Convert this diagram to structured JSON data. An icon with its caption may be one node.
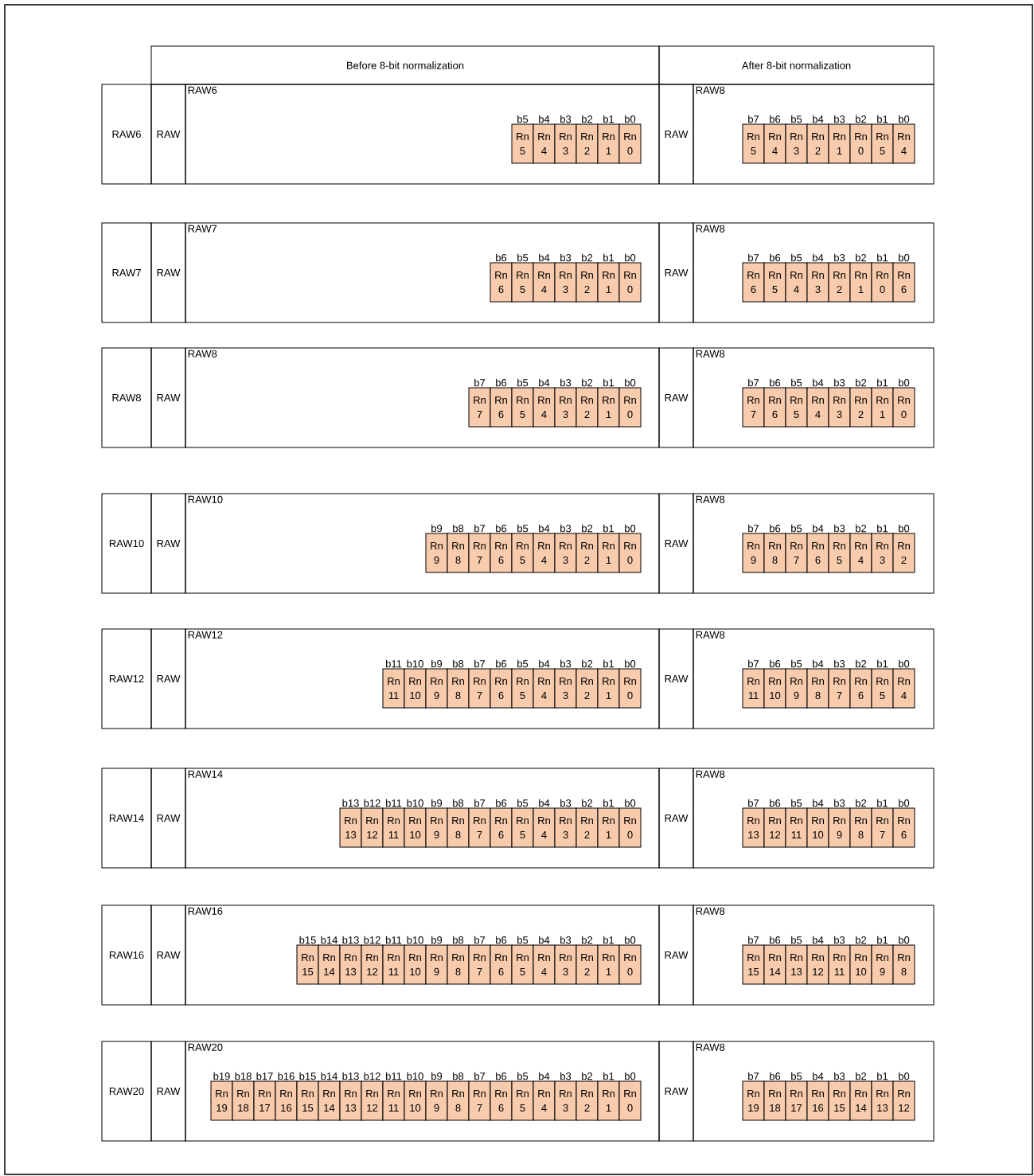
{
  "diagram": {
    "nodes": [
      {
        "text": [
          "Before 8-bit normalization"
        ]
      },
      {
        "text": [
          "After 8-bit normalization"
        ]
      },
      {
        "text": [
          "RAW6"
        ]
      },
      {
        "text": [
          "RAW"
        ]
      },
      {
        "text": [
          "RAW6"
        ]
      },
      {
        "text": [
          "Rn",
          "5"
        ],
        "beside": [
          "b5"
        ],
        "in": 4
      },
      {
        "text": [
          "Rn",
          "4"
        ],
        "beside": [
          "b4"
        ],
        "in": 4
      },
      {
        "text": [
          "Rn",
          "3"
        ],
        "beside": [
          "b3"
        ],
        "in": 4
      },
      {
        "text": [
          "Rn",
          "2"
        ],
        "beside": [
          "b2"
        ],
        "in": 4
      },
      {
        "text": [
          "Rn",
          "1"
        ],
        "beside": [
          "b1"
        ],
        "in": 4
      },
      {
        "text": [
          "Rn",
          "0"
        ],
        "beside": [
          "b0"
        ],
        "in": 4
      },
      {
        "text": [
          "RAW"
        ]
      },
      {
        "text": [
          "RAW8"
        ]
      },
      {
        "text": [
          "Rn",
          "5"
        ],
        "beside": [
          "b7"
        ],
        "in": 12
      },
      {
        "text": [
          "Rn",
          "4"
        ],
        "beside": [
          "b6"
        ],
        "in": 12
      },
      {
        "text": [
          "Rn",
          "3"
        ],
        "beside": [
          "b5"
        ],
        "in": 12
      },
      {
        "text": [
          "Rn",
          "2"
        ],
        "beside": [
          "b4"
        ],
        "in": 12
      },
      {
        "text": [
          "Rn",
          "1"
        ],
        "beside": [
          "b3"
        ],
        "in": 12
      },
      {
        "text": [
          "Rn",
          "0"
        ],
        "beside": [
          "b2"
        ],
        "in": 12
      },
      {
        "text": [
          "Rn",
          "5"
        ],
        "beside": [
          "b1"
        ],
        "in": 12
      },
      {
        "text": [
          "Rn",
          "4"
        ],
        "beside": [
          "b0"
        ],
        "in": 12
      },
      {
        "text": [
          "RAW7"
        ]
      },
      {
        "text": [
          "RAW"
        ]
      },
      {
        "text": [
          "RAW7"
        ]
      },
      {
        "text": [
          "Rn",
          "6"
        ],
        "beside": [
          "b6"
        ],
        "in": 23
      },
      {
        "text": [
          "Rn",
          "5"
        ],
        "beside": [
          "b5"
        ],
        "in": 23
      },
      {
        "text": [
          "Rn",
          "4"
        ],
        "beside": [
          "b4"
        ],
        "in": 23
      },
      {
        "text": [
          "Rn",
          "3"
        ],
        "beside": [
          "b3"
        ],
        "in": 23
      },
      {
        "text": [
          "Rn",
          "2"
        ],
        "beside": [
          "b2"
        ],
        "in": 23
      },
      {
        "text": [
          "Rn",
          "1"
        ],
        "beside": [
          "b1"
        ],
        "in": 23
      },
      {
        "text": [
          "Rn",
          "0"
        ],
        "beside": [
          "b0"
        ],
        "in": 23
      },
      {
        "text": [
          "RAW"
        ]
      },
      {
        "text": [
          "RAW8"
        ]
      },
      {
        "text": [
          "Rn",
          "6"
        ],
        "beside": [
          "b7"
        ],
        "in": 32
      },
      {
        "text": [
          "Rn",
          "5"
        ],
        "beside": [
          "b6"
        ],
        "in": 32
      },
      {
        "text": [
          "Rn",
          "4"
        ],
        "beside": [
          "b5"
        ],
        "in": 32
      },
      {
        "text": [
          "Rn",
          "3"
        ],
        "beside": [
          "b4"
        ],
        "in": 32
      },
      {
        "text": [
          "Rn",
          "2"
        ],
        "beside": [
          "b3"
        ],
        "in": 32
      },
      {
        "text": [
          "Rn",
          "1"
        ],
        "beside": [
          "b2"
        ],
        "in": 32
      },
      {
        "text": [
          "Rn",
          "0"
        ],
        "beside": [
          "b1"
        ],
        "in": 32
      },
      {
        "text": [
          "Rn",
          "6"
        ],
        "beside": [
          "b0"
        ],
        "in": 32
      },
      {
        "text": [
          "RAW8"
        ]
      },
      {
        "text": [
          "RAW"
        ]
      },
      {
        "text": [
          "RAW8"
        ]
      },
      {
        "text": [
          "Rn",
          "7"
        ],
        "beside": [
          "b7"
        ],
        "in": 43
      },
      {
        "text": [
          "Rn",
          "6"
        ],
        "beside": [
          "b6"
        ],
        "in": 43
      },
      {
        "text": [
          "Rn",
          "5"
        ],
        "beside": [
          "b5"
        ],
        "in": 43
      },
      {
        "text": [
          "Rn",
          "4"
        ],
        "beside": [
          "b4"
        ],
        "in": 43
      },
      {
        "text": [
          "Rn",
          "3"
        ],
        "beside": [
          "b3"
        ],
        "in": 43
      },
      {
        "text": [
          "Rn",
          "2"
        ],
        "beside": [
          "b2"
        ],
        "in": 43
      },
      {
        "text": [
          "Rn",
          "1"
        ],
        "beside": [
          "b1"
        ],
        "in": 43
      },
      {
        "text": [
          "Rn",
          "0"
        ],
        "beside": [
          "b0"
        ],
        "in": 43
      },
      {
        "text": [
          "RAW"
        ]
      },
      {
        "text": [
          "RAW8"
        ]
      },
      {
        "text": [
          "Rn",
          "7"
        ],
        "beside": [
          "b7"
        ],
        "in": 53
      },
      {
        "text": [
          "Rn",
          "6"
        ],
        "beside": [
          "b6"
        ],
        "in": 53
      },
      {
        "text": [
          "Rn",
          "5"
        ],
        "beside": [
          "b5"
        ],
        "in": 53
      },
      {
        "text": [
          "Rn",
          "4"
        ],
        "beside": [
          "b4"
        ],
        "in": 53
      },
      {
        "text": [
          "Rn",
          "3"
        ],
        "beside": [
          "b3"
        ],
        "in": 53
      },
      {
        "text": [
          "Rn",
          "2"
        ],
        "beside": [
          "b2"
        ],
        "in": 53
      },
      {
        "text": [
          "Rn",
          "1"
        ],
        "beside": [
          "b1"
        ],
        "in": 53
      },
      {
        "text": [
          "Rn",
          "0"
        ],
        "beside": [
          "b0"
        ],
        "in": 53
      },
      {
        "text": [
          "RAW10"
        ]
      },
      {
        "text": [
          "RAW"
        ]
      },
      {
        "text": [
          "RAW10"
        ]
      },
      {
        "text": [
          "Rn",
          "9"
        ],
        "beside": [
          "b9"
        ],
        "in": 64
      },
      {
        "text": [
          "Rn",
          "8"
        ],
        "beside": [
          "b8"
        ],
        "in": 64
      },
      {
        "text": [
          "Rn",
          "7"
        ],
        "beside": [
          "b7"
        ],
        "in": 64
      },
      {
        "text": [
          "Rn",
          "6"
        ],
        "beside": [
          "b6"
        ],
        "in": 64
      },
      {
        "text": [
          "Rn",
          "5"
        ],
        "beside": [
          "b5"
        ],
        "in": 64
      },
      {
        "text": [
          "Rn",
          "4"
        ],
        "beside": [
          "b4"
        ],
        "in": 64
      },
      {
        "text": [
          "Rn",
          "3"
        ],
        "beside": [
          "b3"
        ],
        "in": 64
      },
      {
        "text": [
          "Rn",
          "2"
        ],
        "beside": [
          "b2"
        ],
        "in": 64
      },
      {
        "text": [
          "Rn",
          "1"
        ],
        "beside": [
          "b1"
        ],
        "in": 64
      },
      {
        "text": [
          "Rn",
          "0"
        ],
        "beside": [
          "b0"
        ],
        "in": 64
      },
      {
        "text": [
          "RAW"
        ]
      },
      {
        "text": [
          "RAW8"
        ]
      },
      {
        "text": [
          "Rn",
          "9"
        ],
        "beside": [
          "b7"
        ],
        "in": 76
      },
      {
        "text": [
          "Rn",
          "8"
        ],
        "beside": [
          "b6"
        ],
        "in": 76
      },
      {
        "text": [
          "Rn",
          "7"
        ],
        "beside": [
          "b5"
        ],
        "in": 76
      },
      {
        "text": [
          "Rn",
          "6"
        ],
        "beside": [
          "b4"
        ],
        "in": 76
      },
      {
        "text": [
          "Rn",
          "5"
        ],
        "beside": [
          "b3"
        ],
        "in": 76
      },
      {
        "text": [
          "Rn",
          "4"
        ],
        "beside": [
          "b2"
        ],
        "in": 76
      },
      {
        "text": [
          "Rn",
          "3"
        ],
        "beside": [
          "b1"
        ],
        "in": 76
      },
      {
        "text": [
          "Rn",
          "2"
        ],
        "beside": [
          "b0"
        ],
        "in": 76
      },
      {
        "text": [
          "RAW12"
        ]
      },
      {
        "text": [
          "RAW"
        ]
      },
      {
        "text": [
          "RAW12"
        ]
      },
      {
        "text": [
          "Rn",
          "11"
        ],
        "beside": [
          "b11"
        ],
        "in": 87
      },
      {
        "text": [
          "Rn",
          "10"
        ],
        "beside": [
          "b10"
        ],
        "in": 87
      },
      {
        "text": [
          "Rn",
          "9"
        ],
        "beside": [
          "b9"
        ],
        "in": 87
      },
      {
        "text": [
          "Rn",
          "8"
        ],
        "beside": [
          "b8"
        ],
        "in": 87
      },
      {
        "text": [
          "Rn",
          "7"
        ],
        "beside": [
          "b7"
        ],
        "in": 87
      },
      {
        "text": [
          "Rn",
          "6"
        ],
        "beside": [
          "b6"
        ],
        "in": 87
      },
      {
        "text": [
          "Rn",
          "5"
        ],
        "beside": [
          "b5"
        ],
        "in": 87
      },
      {
        "text": [
          "Rn",
          "4"
        ],
        "beside": [
          "b4"
        ],
        "in": 87
      },
      {
        "text": [
          "Rn",
          "3"
        ],
        "beside": [
          "b3"
        ],
        "in": 87
      },
      {
        "text": [
          "Rn",
          "2"
        ],
        "beside": [
          "b2"
        ],
        "in": 87
      },
      {
        "text": [
          "Rn",
          "1"
        ],
        "beside": [
          "b1"
        ],
        "in": 87
      },
      {
        "text": [
          "Rn",
          "0"
        ],
        "beside": [
          "b0"
        ],
        "in": 87
      },
      {
        "text": [
          "RAW"
        ]
      },
      {
        "text": [
          "RAW8"
        ]
      },
      {
        "text": [
          "Rn",
          "11"
        ],
        "beside": [
          "b7"
        ],
        "in": 101
      },
      {
        "text": [
          "Rn",
          "10"
        ],
        "beside": [
          "b6"
        ],
        "in": 101
      },
      {
        "text": [
          "Rn",
          "9"
        ],
        "beside": [
          "b5"
        ],
        "in": 101
      },
      {
        "text": [
          "Rn",
          "8"
        ],
        "beside": [
          "b4"
        ],
        "in": 101
      },
      {
        "text": [
          "Rn",
          "7"
        ],
        "beside": [
          "b3"
        ],
        "in": 101
      },
      {
        "text": [
          "Rn",
          "6"
        ],
        "beside": [
          "b2"
        ],
        "in": 101
      },
      {
        "text": [
          "Rn",
          "5"
        ],
        "beside": [
          "b1"
        ],
        "in": 101
      },
      {
        "text": [
          "Rn",
          "4"
        ],
        "beside": [
          "b0"
        ],
        "in": 101
      },
      {
        "text": [
          "RAW14"
        ]
      },
      {
        "text": [
          "RAW"
        ]
      },
      {
        "text": [
          "RAW14"
        ]
      },
      {
        "text": [
          "Rn",
          "13"
        ],
        "beside": [
          "b13"
        ],
        "in": 112
      },
      {
        "text": [
          "Rn",
          "12"
        ],
        "beside": [
          "b12"
        ],
        "in": 112
      },
      {
        "text": [
          "Rn",
          "11"
        ],
        "beside": [
          "b11"
        ],
        "in": 112
      },
      {
        "text": [
          "Rn",
          "10"
        ],
        "beside": [
          "b10"
        ],
        "in": 112
      },
      {
        "text": [
          "Rn",
          "9"
        ],
        "beside": [
          "b9"
        ],
        "in": 112
      },
      {
        "text": [
          "Rn",
          "8"
        ],
        "beside": [
          "b8"
        ],
        "in": 112
      },
      {
        "text": [
          "Rn",
          "7"
        ],
        "beside": [
          "b7"
        ],
        "in": 112
      },
      {
        "text": [
          "Rn",
          "6"
        ],
        "beside": [
          "b6"
        ],
        "in": 112
      },
      {
        "text": [
          "Rn",
          "5"
        ],
        "beside": [
          "b5"
        ],
        "in": 112
      },
      {
        "text": [
          "Rn",
          "4"
        ],
        "beside": [
          "b4"
        ],
        "in": 112
      },
      {
        "text": [
          "Rn",
          "3"
        ],
        "beside": [
          "b3"
        ],
        "in": 112
      },
      {
        "text": [
          "Rn",
          "2"
        ],
        "beside": [
          "b2"
        ],
        "in": 112
      },
      {
        "text": [
          "Rn",
          "1"
        ],
        "beside": [
          "b1"
        ],
        "in": 112
      },
      {
        "text": [
          "Rn",
          "0"
        ],
        "beside": [
          "b0"
        ],
        "in": 112
      },
      {
        "text": [
          "RAW"
        ]
      },
      {
        "text": [
          "RAW8"
        ]
      },
      {
        "text": [
          "Rn",
          "13"
        ],
        "beside": [
          "b7"
        ],
        "in": 128
      },
      {
        "text": [
          "Rn",
          "12"
        ],
        "beside": [
          "b6"
        ],
        "in": 128
      },
      {
        "text": [
          "Rn",
          "11"
        ],
        "beside": [
          "b5"
        ],
        "in": 128
      },
      {
        "text": [
          "Rn",
          "10"
        ],
        "beside": [
          "b4"
        ],
        "in": 128
      },
      {
        "text": [
          "Rn",
          "9"
        ],
        "beside": [
          "b3"
        ],
        "in": 128
      },
      {
        "text": [
          "Rn",
          "8"
        ],
        "beside": [
          "b2"
        ],
        "in": 128
      },
      {
        "text": [
          "Rn",
          "7"
        ],
        "beside": [
          "b1"
        ],
        "in": 128
      },
      {
        "text": [
          "Rn",
          "6"
        ],
        "beside": [
          "b0"
        ],
        "in": 128
      },
      {
        "text": [
          "RAW16"
        ]
      },
      {
        "text": [
          "RAW"
        ]
      },
      {
        "text": [
          "RAW16"
        ]
      },
      {
        "text": [
          "Rn",
          "15"
        ],
        "beside": [
          "b15"
        ],
        "in": 139
      },
      {
        "text": [
          "Rn",
          "14"
        ],
        "beside": [
          "b14"
        ],
        "in": 139
      },
      {
        "text": [
          "Rn",
          "13"
        ],
        "beside": [
          "b13"
        ],
        "in": 139
      },
      {
        "text": [
          "Rn",
          "12"
        ],
        "beside": [
          "b12"
        ],
        "in": 139
      },
      {
        "text": [
          "Rn",
          "11"
        ],
        "beside": [
          "b11"
        ],
        "in": 139
      },
      {
        "text": [
          "Rn",
          "10"
        ],
        "beside": [
          "b10"
        ],
        "in": 139
      },
      {
        "text": [
          "Rn",
          "9"
        ],
        "beside": [
          "b9"
        ],
        "in": 139
      },
      {
        "text": [
          "Rn",
          "8"
        ],
        "beside": [
          "b8"
        ],
        "in": 139
      },
      {
        "text": [
          "Rn",
          "7"
        ],
        "beside": [
          "b7"
        ],
        "in": 139
      },
      {
        "text": [
          "Rn",
          "6"
        ],
        "beside": [
          "b6"
        ],
        "in": 139
      },
      {
        "text": [
          "Rn",
          "5"
        ],
        "beside": [
          "b5"
        ],
        "in": 139
      },
      {
        "text": [
          "Rn",
          "4"
        ],
        "beside": [
          "b4"
        ],
        "in": 139
      },
      {
        "text": [
          "Rn",
          "3"
        ],
        "beside": [
          "b3"
        ],
        "in": 139
      },
      {
        "text": [
          "Rn",
          "2"
        ],
        "beside": [
          "b2"
        ],
        "in": 139
      },
      {
        "text": [
          "Rn",
          "1"
        ],
        "beside": [
          "b1"
        ],
        "in": 139
      },
      {
        "text": [
          "Rn",
          "0"
        ],
        "beside": [
          "b0"
        ],
        "in": 139
      },
      {
        "text": [
          "RAW"
        ]
      },
      {
        "text": [
          "RAW8"
        ]
      },
      {
        "text": [
          "Rn",
          "15"
        ],
        "beside": [
          "b7"
        ],
        "in": 157
      },
      {
        "text": [
          "Rn",
          "14"
        ],
        "beside": [
          "b6"
        ],
        "in": 157
      },
      {
        "text": [
          "Rn",
          "13"
        ],
        "beside": [
          "b5"
        ],
        "in": 157
      },
      {
        "text": [
          "Rn",
          "12"
        ],
        "beside": [
          "b4"
        ],
        "in": 157
      },
      {
        "text": [
          "Rn",
          "11"
        ],
        "beside": [
          "b3"
        ],
        "in": 157
      },
      {
        "text": [
          "Rn",
          "10"
        ],
        "beside": [
          "b2"
        ],
        "in": 157
      },
      {
        "text": [
          "Rn",
          "9"
        ],
        "beside": [
          "b1"
        ],
        "in": 157
      },
      {
        "text": [
          "Rn",
          "8"
        ],
        "beside": [
          "b0"
        ],
        "in": 157
      },
      {
        "text": [
          "RAW20"
        ]
      },
      {
        "text": [
          "RAW"
        ]
      },
      {
        "text": [
          "RAW20"
        ]
      },
      {
        "text": [
          "Rn",
          "19"
        ],
        "beside": [
          "b19"
        ],
        "in": 168
      },
      {
        "text": [
          "Rn",
          "18"
        ],
        "beside": [
          "b18"
        ],
        "in": 168
      },
      {
        "text": [
          "Rn",
          "17"
        ],
        "beside": [
          "b17"
        ],
        "in": 168
      },
      {
        "text": [
          "Rn",
          "16"
        ],
        "beside": [
          "b16"
        ],
        "in": 168
      },
      {
        "text": [
          "Rn",
          "15"
        ],
        "beside": [
          "b15"
        ],
        "in": 168
      },
      {
        "text": [
          "Rn",
          "14"
        ],
        "beside": [
          "b14"
        ],
        "in": 168
      },
      {
        "text": [
          "Rn",
          "13"
        ],
        "beside": [
          "b13"
        ],
        "in": 168
      },
      {
        "text": [
          "Rn",
          "12"
        ],
        "beside": [
          "b12"
        ],
        "in": 168
      },
      {
        "text": [
          "Rn",
          "11"
        ],
        "beside": [
          "b11"
        ],
        "in": 168
      },
      {
        "text": [
          "Rn",
          "10"
        ],
        "beside": [
          "b10"
        ],
        "in": 168
      },
      {
        "text": [
          "Rn",
          "9"
        ],
        "beside": [
          "b9"
        ],
        "in": 168
      },
      {
        "text": [
          "Rn",
          "8"
        ],
        "beside": [
          "b8"
        ],
        "in": 168
      },
      {
        "text": [
          "Rn",
          "7"
        ],
        "beside": [
          "b7"
        ],
        "in": 168
      },
      {
        "text": [
          "Rn",
          "6"
        ],
        "beside": [
          "b6"
        ],
        "in": 168
      },
      {
        "text": [
          "Rn",
          "5"
        ],
        "beside": [
          "b5"
        ],
        "in": 168
      },
      {
        "text": [
          "Rn",
          "4"
        ],
        "beside": [
          "b4"
        ],
        "in": 168
      },
      {
        "text": [
          "Rn",
          "3"
        ],
        "beside": [
          "b3"
        ],
        "in": 168
      },
      {
        "text": [
          "Rn",
          "2"
        ],
        "beside": [
          "b2"
        ],
        "in": 168
      },
      {
        "text": [
          "Rn",
          "1"
        ],
        "beside": [
          "b1"
        ],
        "in": 168
      },
      {
        "text": [
          "Rn",
          "0"
        ],
        "beside": [
          "b0"
        ],
        "in": 168
      },
      {
        "text": [
          "RAW"
        ]
      },
      {
        "text": [
          "RAW8"
        ]
      },
      {
        "text": [
          "Rn",
          "19"
        ],
        "beside": [
          "b7"
        ],
        "in": 190
      },
      {
        "text": [
          "Rn",
          "18"
        ],
        "beside": [
          "b6"
        ],
        "in": 190
      },
      {
        "text": [
          "Rn",
          "17"
        ],
        "beside": [
          "b5"
        ],
        "in": 190
      },
      {
        "text": [
          "Rn",
          "16"
        ],
        "beside": [
          "b4"
        ],
        "in": 190
      },
      {
        "text": [
          "Rn",
          "15"
        ],
        "beside": [
          "b3"
        ],
        "in": 190
      },
      {
        "text": [
          "Rn",
          "14"
        ],
        "beside": [
          "b2"
        ],
        "in": 190
      },
      {
        "text": [
          "Rn",
          "13"
        ],
        "beside": [
          "b1"
        ],
        "in": 190
      },
      {
        "text": [
          "Rn",
          "12"
        ],
        "beside": [
          "b0"
        ],
        "in": 190
      }
    ]
  }
}
